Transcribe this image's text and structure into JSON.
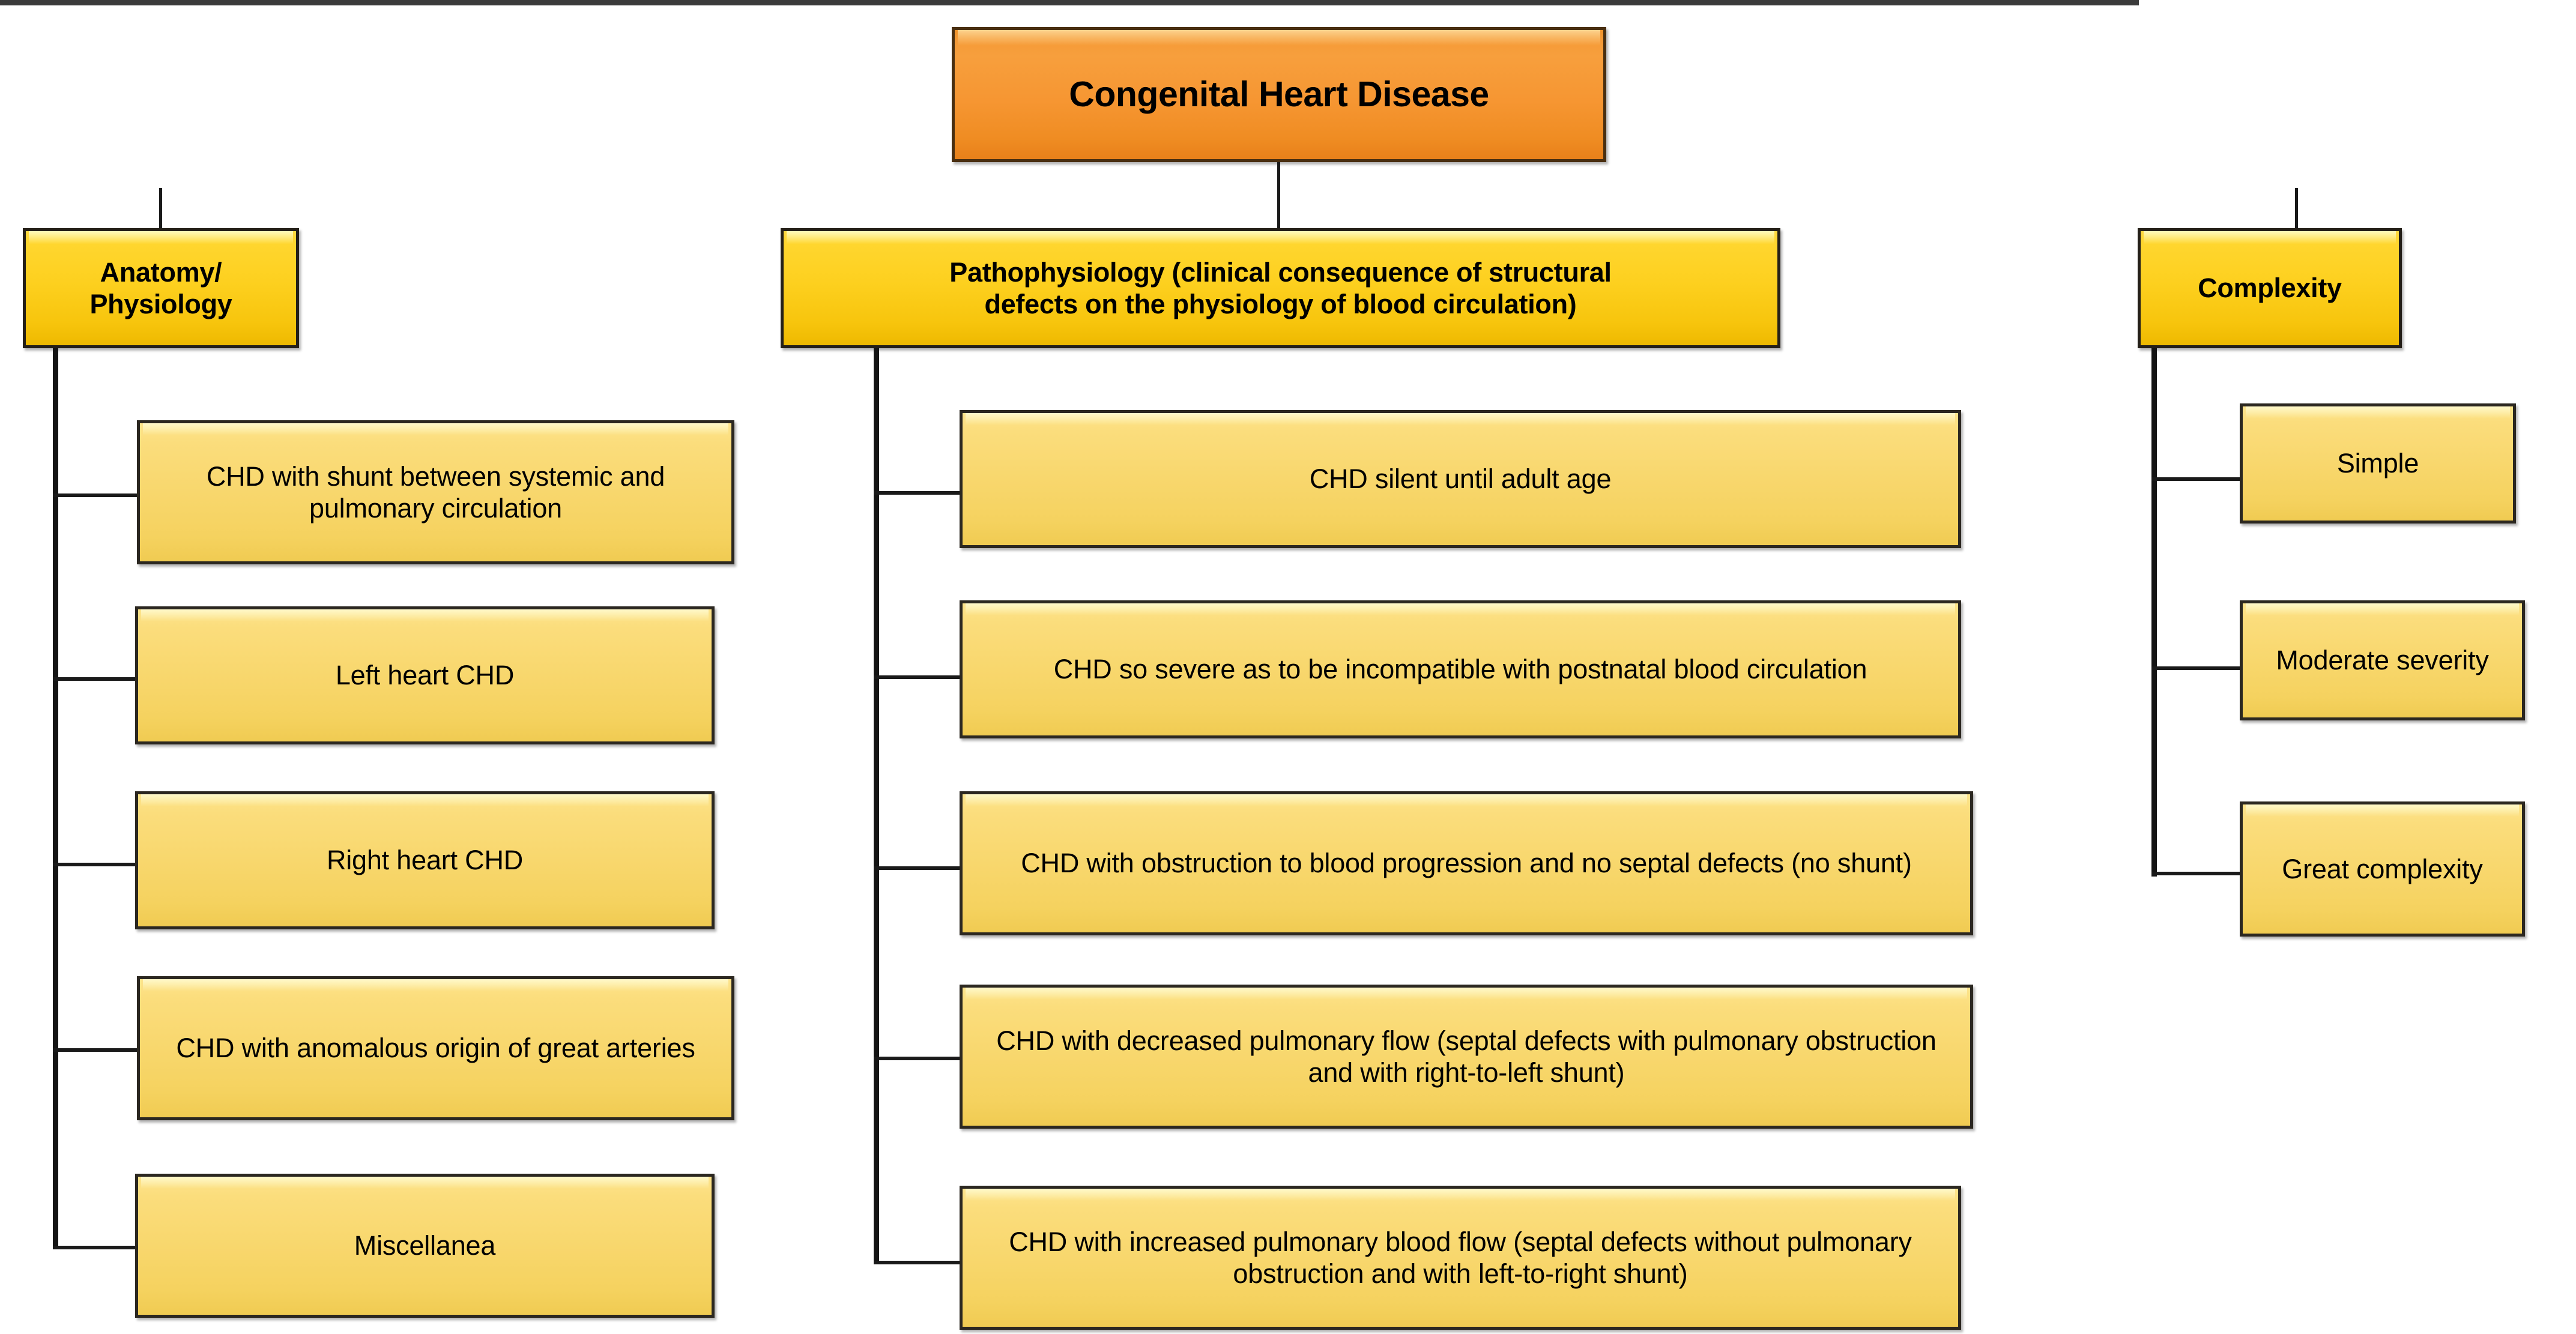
{
  "diagram": {
    "title": "Congenital Heart Disease classification",
    "colors": {
      "root_fill": "#F5962E",
      "category_fill": "#FDD01F",
      "leaf_fill": "#F8D76D",
      "border": "#2A2521",
      "line": "#1A1A1A",
      "background": "#FFFFFF"
    },
    "root": {
      "label": "Congenital Heart Disease"
    },
    "branches": [
      {
        "id": "anatomy-physiology",
        "label": "Anatomy/\nPhysiology",
        "label_lines": [
          "Anatomy/",
          "Physiology"
        ],
        "children": [
          {
            "label": "CHD with shunt  between systemic and pulmonary  circulation"
          },
          {
            "label": "Left heart CHD"
          },
          {
            "label": "Right heart CHD"
          },
          {
            "label": "CHD with anomalous  origin of great arteries"
          },
          {
            "label": "Miscellanea"
          }
        ]
      },
      {
        "id": "pathophysiology",
        "label": "Pathophysiology (clinical  consequence of structural defects on the physiology of blood circulation)",
        "label_lines": [
          "Pathophysiology (clinical  consequence of structural",
          "defects on the physiology of blood circulation)"
        ],
        "children": [
          {
            "label": "CHD silent until  adult age"
          },
          {
            "label": "CHD so severe as to be incompatible with postnatal  blood circulation"
          },
          {
            "label": "CHD with obstruction  to blood progression and no septal defects (no shunt)"
          },
          {
            "label": "CHD with decreased pulmonary  flow (septal defects with pulmonary  obstruction and with right-to-left  shunt)"
          },
          {
            "label": "CHD with increased pulmonary  blood flow (septal defects without pulmonary  obstruction and with left-to-right  shunt)"
          }
        ]
      },
      {
        "id": "complexity",
        "label": "Complexity",
        "label_lines": [
          "Complexity"
        ],
        "children": [
          {
            "label": "Simple"
          },
          {
            "label": "Moderate severity"
          },
          {
            "label": "Great complexity"
          }
        ]
      }
    ]
  }
}
